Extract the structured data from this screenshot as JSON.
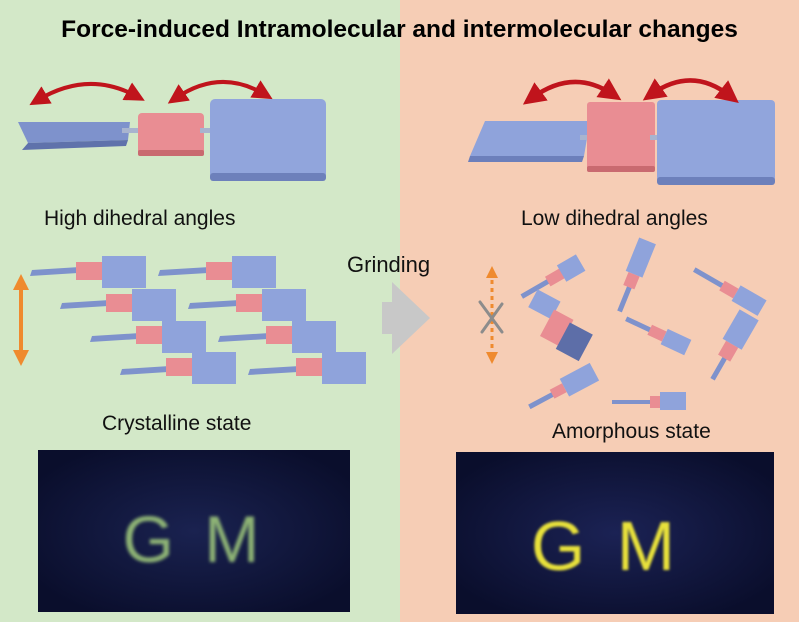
{
  "title": "Force-induced Intramolecular and intermolecular changes",
  "left": {
    "conformation_label": "High dihedral angles",
    "state_label": "Crystalline state",
    "photo_text": "G M"
  },
  "right": {
    "conformation_label": "Low dihedral angles",
    "state_label": "Amorphous state",
    "photo_text": "G M"
  },
  "process_label": "Grinding",
  "colors": {
    "left_background": "#d3e8c8",
    "right_background": "#f6cdb5",
    "blue_block": "#8fa3db",
    "pink_block": "#e98d93",
    "rotation_arrow": "#c0141c",
    "stacking_arrow": "#ef8a2e",
    "process_arrow": "#c8c8c8",
    "photo_background": "#0c1133",
    "emission_left": "#9bc47a",
    "emission_right": "#e8e13a"
  }
}
